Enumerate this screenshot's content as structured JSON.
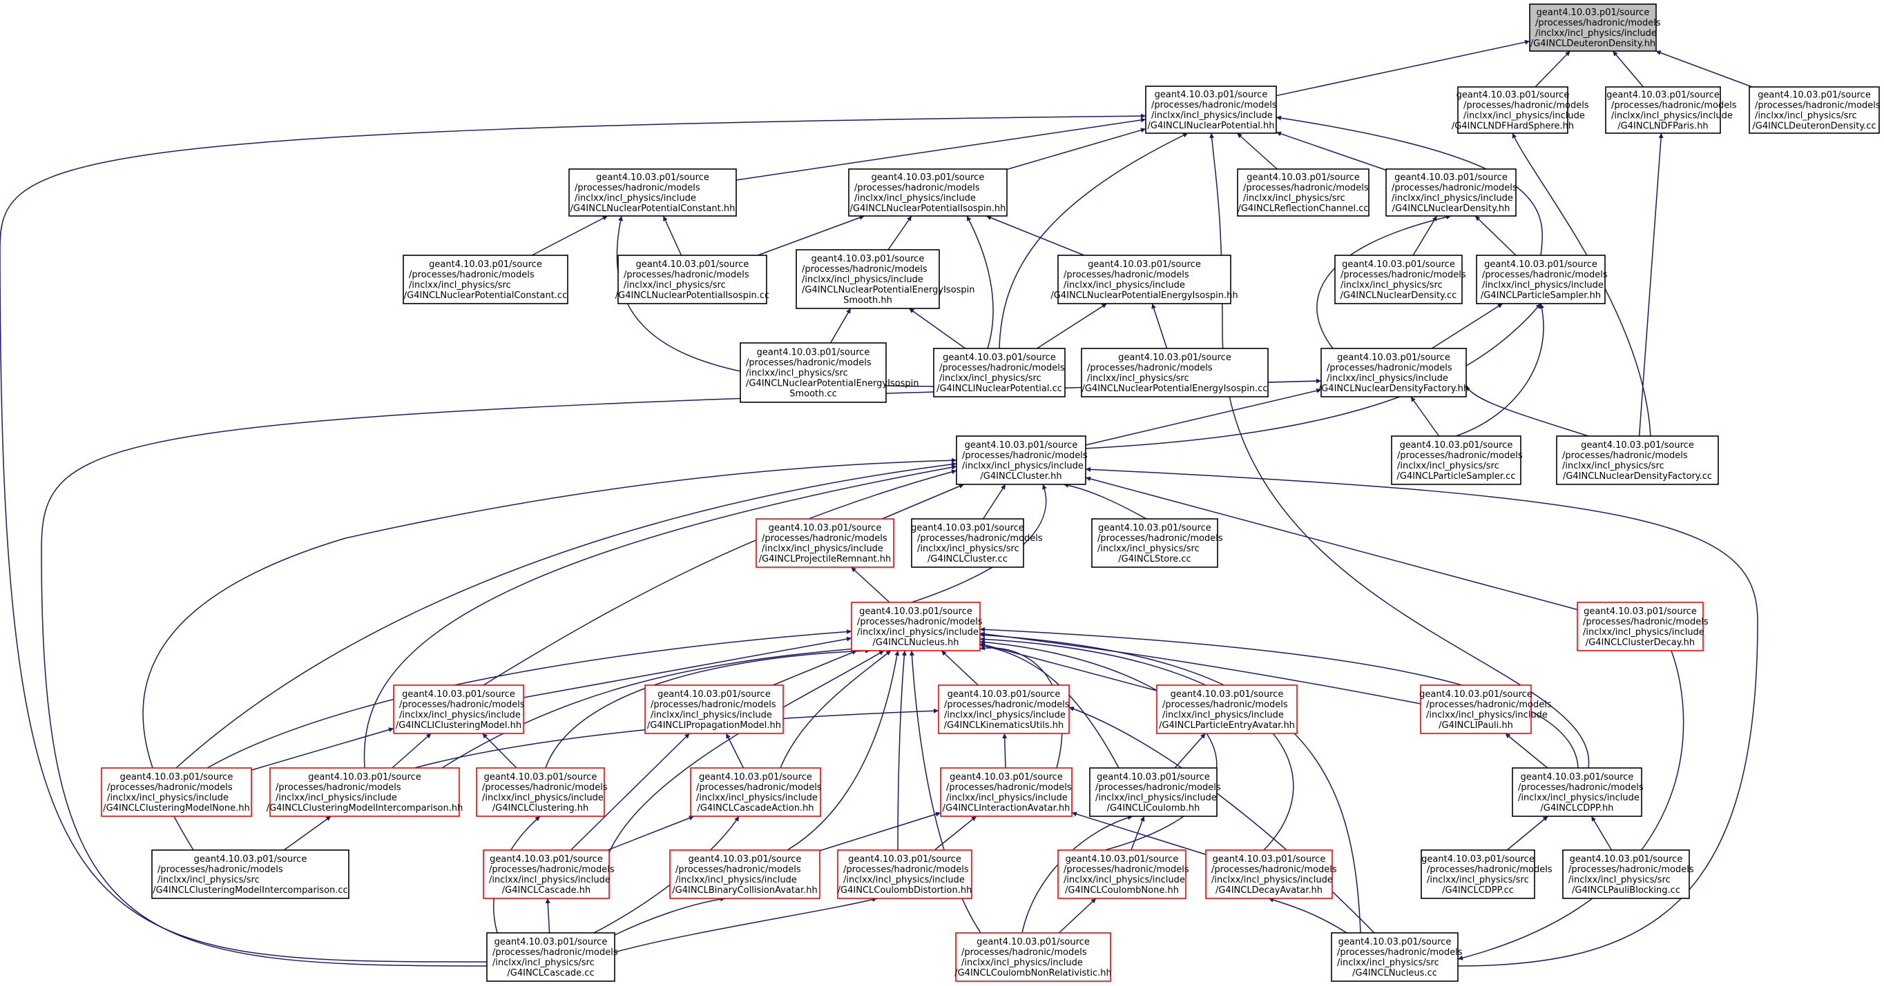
{
  "colors": {
    "edge": "#191970",
    "border_default": "#000000",
    "border_red": "#ff0000",
    "root_fill": "#bfbfbf",
    "node_fill": "#ffffff"
  },
  "nodes": [
    {
      "id": "deuteron_hh",
      "style": "root",
      "lines": [
        "geant4.10.03.p01/source",
        "/processes/hadronic/models",
        "/inclxx/incl_physics/include",
        "/G4INCLDeuteronDensity.hh"
      ]
    },
    {
      "id": "nuclearpotential_hh",
      "style": "black",
      "lines": [
        "geant4.10.03.p01/source",
        "/processes/hadronic/models",
        "/inclxx/incl_physics/include",
        "/G4INCLINuclearPotential.hh"
      ]
    },
    {
      "id": "ndfhardsphere_hh",
      "style": "black",
      "lines": [
        "geant4.10.03.p01/source",
        "/processes/hadronic/models",
        "/inclxx/incl_physics/include",
        "/G4INCLNDFHardSphere.hh"
      ]
    },
    {
      "id": "ndfparis_hh",
      "style": "black",
      "lines": [
        "geant4.10.03.p01/source",
        "/processes/hadronic/models",
        "/inclxx/incl_physics/include",
        "/G4INCLNDFParis.hh"
      ]
    },
    {
      "id": "deuteron_cc",
      "style": "black",
      "lines": [
        "geant4.10.03.p01/source",
        "/processes/hadronic/models",
        "/inclxx/incl_physics/src",
        "/G4INCLDeuteronDensity.cc"
      ]
    },
    {
      "id": "potconst_hh",
      "style": "black",
      "lines": [
        "geant4.10.03.p01/source",
        "/processes/hadronic/models",
        "/inclxx/incl_physics/include",
        "/G4INCLNuclearPotentialConstant.hh"
      ]
    },
    {
      "id": "potiso_hh",
      "style": "black",
      "lines": [
        "geant4.10.03.p01/source",
        "/processes/hadronic/models",
        "/inclxx/incl_physics/include",
        "/G4INCLNuclearPotentialIsospin.hh"
      ]
    },
    {
      "id": "reflection_cc",
      "style": "black",
      "lines": [
        "geant4.10.03.p01/source",
        "/processes/hadronic/models",
        "/inclxx/incl_physics/src",
        "/G4INCLReflectionChannel.cc"
      ]
    },
    {
      "id": "nucdensity_hh",
      "style": "black",
      "lines": [
        "geant4.10.03.p01/source",
        "/processes/hadronic/models",
        "/inclxx/incl_physics/include",
        "/G4INCLNuclearDensity.hh"
      ]
    },
    {
      "id": "potconst_cc",
      "style": "black",
      "lines": [
        "geant4.10.03.p01/source",
        "/processes/hadronic/models",
        "/inclxx/incl_physics/src",
        "/G4INCLNuclearPotentialConstant.cc"
      ]
    },
    {
      "id": "potiso_cc",
      "style": "black",
      "lines": [
        "geant4.10.03.p01/source",
        "/processes/hadronic/models",
        "/inclxx/incl_physics/src",
        "/G4INCLNuclearPotentialIsospin.cc"
      ]
    },
    {
      "id": "enisosmooth_hh",
      "style": "black",
      "lines": [
        "geant4.10.03.p01/source",
        "/processes/hadronic/models",
        "/inclxx/incl_physics/include",
        "/G4INCLNuclearPotentialEnergyIsospin",
        "Smooth.hh"
      ]
    },
    {
      "id": "eniso_hh",
      "style": "black",
      "lines": [
        "geant4.10.03.p01/source",
        "/processes/hadronic/models",
        "/inclxx/incl_physics/include",
        "/G4INCLNuclearPotentialEnergyIsospin.hh"
      ]
    },
    {
      "id": "nucdensity_cc",
      "style": "black",
      "lines": [
        "geant4.10.03.p01/source",
        "/processes/hadronic/models",
        "/inclxx/incl_physics/src",
        "/G4INCLNuclearDensity.cc"
      ]
    },
    {
      "id": "sampler_hh",
      "style": "black",
      "lines": [
        "geant4.10.03.p01/source",
        "/processes/hadronic/models",
        "/inclxx/incl_physics/include",
        "/G4INCLParticleSampler.hh"
      ]
    },
    {
      "id": "enisosmooth_cc",
      "style": "black",
      "lines": [
        "geant4.10.03.p01/source",
        "/processes/hadronic/models",
        "/inclxx/incl_physics/src",
        "/G4INCLNuclearPotentialEnergyIsospin",
        "Smooth.cc"
      ]
    },
    {
      "id": "nucpot_cc",
      "style": "black",
      "lines": [
        "geant4.10.03.p01/source",
        "/processes/hadronic/models",
        "/inclxx/incl_physics/src",
        "/G4INCLINuclearPotential.cc"
      ]
    },
    {
      "id": "eniso_cc",
      "style": "black",
      "lines": [
        "geant4.10.03.p01/source",
        "/processes/hadronic/models",
        "/inclxx/incl_physics/src",
        "/G4INCLNuclearPotentialEnergyIsospin.cc"
      ]
    },
    {
      "id": "densfactory_hh",
      "style": "black",
      "lines": [
        "geant4.10.03.p01/source",
        "/processes/hadronic/models",
        "/inclxx/incl_physics/include",
        "/G4INCLNuclearDensityFactory.hh"
      ]
    },
    {
      "id": "cluster_hh",
      "style": "black",
      "lines": [
        "geant4.10.03.p01/source",
        "/processes/hadronic/models",
        "/inclxx/incl_physics/include",
        "/G4INCLCluster.hh"
      ]
    },
    {
      "id": "sampler_cc",
      "style": "black",
      "lines": [
        "geant4.10.03.p01/source",
        "/processes/hadronic/models",
        "/inclxx/incl_physics/src",
        "/G4INCLParticleSampler.cc"
      ]
    },
    {
      "id": "densfactory_cc",
      "style": "black",
      "lines": [
        "geant4.10.03.p01/source",
        "/processes/hadronic/models",
        "/inclxx/incl_physics/src",
        "/G4INCLNuclearDensityFactory.cc"
      ]
    },
    {
      "id": "projremnant_hh",
      "style": "red",
      "lines": [
        "geant4.10.03.p01/source",
        "/processes/hadronic/models",
        "/inclxx/incl_physics/include",
        "/G4INCLProjectileRemnant.hh"
      ]
    },
    {
      "id": "cluster_cc",
      "style": "black",
      "lines": [
        "geant4.10.03.p01/source",
        "/processes/hadronic/models",
        "/inclxx/incl_physics/src",
        "/G4INCLCluster.cc"
      ]
    },
    {
      "id": "store_cc",
      "style": "black",
      "lines": [
        "geant4.10.03.p01/source",
        "/processes/hadronic/models",
        "/inclxx/incl_physics/src",
        "/G4INCLStore.cc"
      ]
    },
    {
      "id": "nucleus_hh",
      "style": "red",
      "lines": [
        "geant4.10.03.p01/source",
        "/processes/hadronic/models",
        "/inclxx/incl_physics/include",
        "/G4INCLNucleus.hh"
      ]
    },
    {
      "id": "clusterdecay_hh",
      "style": "red",
      "lines": [
        "geant4.10.03.p01/source",
        "/processes/hadronic/models",
        "/inclxx/incl_physics/include",
        "/G4INCLClusterDecay.hh"
      ]
    },
    {
      "id": "clustmodel_hh",
      "style": "red",
      "lines": [
        "geant4.10.03.p01/source",
        "/processes/hadronic/models",
        "/inclxx/incl_physics/include",
        "/G4INCLIClusteringModel.hh"
      ]
    },
    {
      "id": "propmodel_hh",
      "style": "red",
      "lines": [
        "geant4.10.03.p01/source",
        "/processes/hadronic/models",
        "/inclxx/incl_physics/include",
        "/G4INCLIPropagationModel.hh"
      ]
    },
    {
      "id": "kinutils_hh",
      "style": "red",
      "lines": [
        "geant4.10.03.p01/source",
        "/processes/hadronic/models",
        "/inclxx/incl_physics/include",
        "/G4INCLKinematicsUtils.hh"
      ]
    },
    {
      "id": "entryavatar_hh",
      "style": "red",
      "lines": [
        "geant4.10.03.p01/source",
        "/processes/hadronic/models",
        "/inclxx/incl_physics/include",
        "/G4INCLParticleEntryAvatar.hh"
      ]
    },
    {
      "id": "pauli_hh",
      "style": "red",
      "lines": [
        "geant4.10.03.p01/source",
        "/processes/hadronic/models",
        "/inclxx/incl_physics/include",
        "/G4INCLIPauli.hh"
      ]
    },
    {
      "id": "clustnone_hh",
      "style": "red",
      "lines": [
        "geant4.10.03.p01/source",
        "/processes/hadronic/models",
        "/inclxx/incl_physics/include",
        "/G4INCLClusteringModelNone.hh"
      ]
    },
    {
      "id": "clustinter_hh",
      "style": "red",
      "lines": [
        "geant4.10.03.p01/source",
        "/processes/hadronic/models",
        "/inclxx/incl_physics/include",
        "/G4INCLClusteringModelIntercomparison.hh"
      ]
    },
    {
      "id": "clustering_hh",
      "style": "red",
      "lines": [
        "geant4.10.03.p01/source",
        "/processes/hadronic/models",
        "/inclxx/incl_physics/include",
        "/G4INCLClustering.hh"
      ]
    },
    {
      "id": "cascaction_hh",
      "style": "red",
      "lines": [
        "geant4.10.03.p01/source",
        "/processes/hadronic/models",
        "/inclxx/incl_physics/include",
        "/G4INCLCascadeAction.hh"
      ]
    },
    {
      "id": "interavatar_hh",
      "style": "red",
      "lines": [
        "geant4.10.03.p01/source",
        "/processes/hadronic/models",
        "/inclxx/incl_physics/include",
        "/G4INCLInteractionAvatar.hh"
      ]
    },
    {
      "id": "icoulomb_hh",
      "style": "black",
      "lines": [
        "geant4.10.03.p01/source",
        "/processes/hadronic/models",
        "/inclxx/incl_physics/include",
        "/G4INCLICoulomb.hh"
      ]
    },
    {
      "id": "cdpp_hh",
      "style": "black",
      "lines": [
        "geant4.10.03.p01/source",
        "/processes/hadronic/models",
        "/inclxx/incl_physics/include",
        "/G4INCLCDPP.hh"
      ]
    },
    {
      "id": "clustinter_cc",
      "style": "black",
      "lines": [
        "geant4.10.03.p01/source",
        "/processes/hadronic/models",
        "/inclxx/incl_physics/src",
        "/G4INCLClusteringModelIntercomparison.cc"
      ]
    },
    {
      "id": "cascade_hh",
      "style": "red",
      "lines": [
        "geant4.10.03.p01/source",
        "/processes/hadronic/models",
        "/inclxx/incl_physics/include",
        "/G4INCLCascade.hh"
      ]
    },
    {
      "id": "bincoll_hh",
      "style": "red",
      "lines": [
        "geant4.10.03.p01/source",
        "/processes/hadronic/models",
        "/inclxx/incl_physics/include",
        "/G4INCLBinaryCollisionAvatar.hh"
      ]
    },
    {
      "id": "coulombdist_hh",
      "style": "red",
      "lines": [
        "geant4.10.03.p01/source",
        "/processes/hadronic/models",
        "/inclxx/incl_physics/include",
        "/G4INCLCoulombDistortion.hh"
      ]
    },
    {
      "id": "coulombnone_hh",
      "style": "red",
      "lines": [
        "geant4.10.03.p01/source",
        "/processes/hadronic/models",
        "/inclxx/incl_physics/include",
        "/G4INCLCoulombNone.hh"
      ]
    },
    {
      "id": "decayavatar_hh",
      "style": "red",
      "lines": [
        "geant4.10.03.p01/source",
        "/processes/hadronic/models",
        "/inclxx/incl_physics/include",
        "/G4INCLDecayAvatar.hh"
      ]
    },
    {
      "id": "cdpp_cc",
      "style": "black",
      "lines": [
        "geant4.10.03.p01/source",
        "/processes/hadronic/models",
        "/inclxx/incl_physics/src",
        "/G4INCLCDPP.cc"
      ]
    },
    {
      "id": "pauliblock_cc",
      "style": "black",
      "lines": [
        "geant4.10.03.p01/source",
        "/processes/hadronic/models",
        "/inclxx/incl_physics/src",
        "/G4INCLPauliBlocking.cc"
      ]
    },
    {
      "id": "cascade_cc",
      "style": "black",
      "lines": [
        "geant4.10.03.p01/source",
        "/processes/hadronic/models",
        "/inclxx/incl_physics/src",
        "/G4INCLCascade.cc"
      ]
    },
    {
      "id": "coulombnonrel_hh",
      "style": "red",
      "lines": [
        "geant4.10.03.p01/source",
        "/processes/hadronic/models",
        "/inclxx/incl_physics/include",
        "/G4INCLCoulombNonRelativistic.hh"
      ]
    },
    {
      "id": "nucleus_cc",
      "style": "black",
      "lines": [
        "geant4.10.03.p01/source",
        "/processes/hadronic/models",
        "/inclxx/incl_physics/src",
        "/G4INCLNucleus.cc"
      ]
    }
  ],
  "edges": [
    [
      "nuclearpotential_hh",
      "deuteron_hh"
    ],
    [
      "ndfhardsphere_hh",
      "deuteron_hh"
    ],
    [
      "ndfparis_hh",
      "deuteron_hh"
    ],
    [
      "deuteron_cc",
      "deuteron_hh"
    ],
    [
      "potconst_hh",
      "nuclearpotential_hh"
    ],
    [
      "potiso_hh",
      "nuclearpotential_hh"
    ],
    [
      "reflection_cc",
      "nuclearpotential_hh"
    ],
    [
      "nucdensity_hh",
      "nuclearpotential_hh"
    ],
    [
      "sampler_hh",
      "nuclearpotential_hh"
    ],
    [
      "nucpot_cc",
      "nuclearpotential_hh"
    ],
    [
      "cdpp_hh",
      "nuclearpotential_hh"
    ],
    [
      "cascade_cc",
      "nuclearpotential_hh"
    ],
    [
      "potconst_cc",
      "potconst_hh"
    ],
    [
      "potiso_cc",
      "potconst_hh"
    ],
    [
      "nucpot_cc",
      "potconst_hh"
    ],
    [
      "potiso_cc",
      "potiso_hh"
    ],
    [
      "enisosmooth_hh",
      "potiso_hh"
    ],
    [
      "eniso_hh",
      "potiso_hh"
    ],
    [
      "nucpot_cc",
      "potiso_hh"
    ],
    [
      "enisosmooth_cc",
      "enisosmooth_hh"
    ],
    [
      "nucpot_cc",
      "enisosmooth_hh"
    ],
    [
      "eniso_cc",
      "eniso_hh"
    ],
    [
      "nucpot_cc",
      "eniso_hh"
    ],
    [
      "nucdensity_cc",
      "nucdensity_hh"
    ],
    [
      "sampler_hh",
      "nucdensity_hh"
    ],
    [
      "densfactory_hh",
      "nucdensity_hh"
    ],
    [
      "densfactory_hh",
      "sampler_hh"
    ],
    [
      "sampler_cc",
      "sampler_hh"
    ],
    [
      "cluster_hh",
      "sampler_hh"
    ],
    [
      "cluster_hh",
      "densfactory_hh"
    ],
    [
      "sampler_cc",
      "densfactory_hh"
    ],
    [
      "densfactory_cc",
      "densfactory_hh"
    ],
    [
      "cascade_cc",
      "densfactory_hh"
    ],
    [
      "densfactory_cc",
      "ndfhardsphere_hh"
    ],
    [
      "densfactory_cc",
      "ndfparis_hh"
    ],
    [
      "projremnant_hh",
      "cluster_hh"
    ],
    [
      "cluster_cc",
      "cluster_hh"
    ],
    [
      "store_cc",
      "cluster_hh"
    ],
    [
      "nucleus_hh",
      "cluster_hh"
    ],
    [
      "clusterdecay_hh",
      "cluster_hh"
    ],
    [
      "clustmodel_hh",
      "cluster_hh"
    ],
    [
      "clustnone_hh",
      "cluster_hh"
    ],
    [
      "clustinter_hh",
      "cluster_hh"
    ],
    [
      "clustinter_cc",
      "cluster_hh"
    ],
    [
      "nucleus_cc",
      "cluster_hh"
    ],
    [
      "nucleus_hh",
      "projremnant_hh"
    ],
    [
      "clustmodel_hh",
      "nucleus_hh"
    ],
    [
      "propmodel_hh",
      "nucleus_hh"
    ],
    [
      "kinutils_hh",
      "nucleus_hh"
    ],
    [
      "entryavatar_hh",
      "nucleus_hh"
    ],
    [
      "pauli_hh",
      "nucleus_hh"
    ],
    [
      "clustnone_hh",
      "nucleus_hh"
    ],
    [
      "clustinter_hh",
      "nucleus_hh"
    ],
    [
      "clustering_hh",
      "nucleus_hh"
    ],
    [
      "cascaction_hh",
      "nucleus_hh"
    ],
    [
      "interavatar_hh",
      "nucleus_hh"
    ],
    [
      "icoulomb_hh",
      "nucleus_hh"
    ],
    [
      "cdpp_hh",
      "nucleus_hh"
    ],
    [
      "cascade_hh",
      "nucleus_hh"
    ],
    [
      "bincoll_hh",
      "nucleus_hh"
    ],
    [
      "coulombdist_hh",
      "nucleus_hh"
    ],
    [
      "coulombnone_hh",
      "nucleus_hh"
    ],
    [
      "decayavatar_hh",
      "nucleus_hh"
    ],
    [
      "coulombnonrel_hh",
      "nucleus_hh"
    ],
    [
      "nucleus_cc",
      "nucleus_hh"
    ],
    [
      "clustnone_hh",
      "clustmodel_hh"
    ],
    [
      "clustinter_hh",
      "clustmodel_hh"
    ],
    [
      "clustering_hh",
      "clustmodel_hh"
    ],
    [
      "clustinter_cc",
      "clustinter_hh"
    ],
    [
      "cascade_cc",
      "clustering_hh"
    ],
    [
      "cascade_hh",
      "propmodel_hh"
    ],
    [
      "cascaction_hh",
      "propmodel_hh"
    ],
    [
      "clustinter_hh",
      "kinutils_hh"
    ],
    [
      "interavatar_hh",
      "kinutils_hh"
    ],
    [
      "nucleus_cc",
      "kinutils_hh"
    ],
    [
      "icoulomb_hh",
      "entryavatar_hh"
    ],
    [
      "cdpp_hh",
      "pauli_hh"
    ],
    [
      "cascade_hh",
      "cascaction_hh"
    ],
    [
      "cascade_cc",
      "cascaction_hh"
    ],
    [
      "bincoll_hh",
      "interavatar_hh"
    ],
    [
      "coulombdist_hh",
      "interavatar_hh"
    ],
    [
      "decayavatar_hh",
      "interavatar_hh"
    ],
    [
      "coulombnone_hh",
      "icoulomb_hh"
    ],
    [
      "coulombnonrel_hh",
      "icoulomb_hh"
    ],
    [
      "cdpp_cc",
      "cdpp_hh"
    ],
    [
      "pauliblock_cc",
      "cdpp_hh"
    ],
    [
      "cascade_cc",
      "cascade_hh"
    ],
    [
      "cascade_cc",
      "bincoll_hh"
    ],
    [
      "cascade_cc",
      "coulombdist_hh"
    ],
    [
      "coulombnonrel_hh",
      "coulombnone_hh"
    ],
    [
      "nucleus_cc",
      "decayavatar_hh"
    ],
    [
      "clusterdecay_hh",
      "nucleus_cc"
    ]
  ]
}
